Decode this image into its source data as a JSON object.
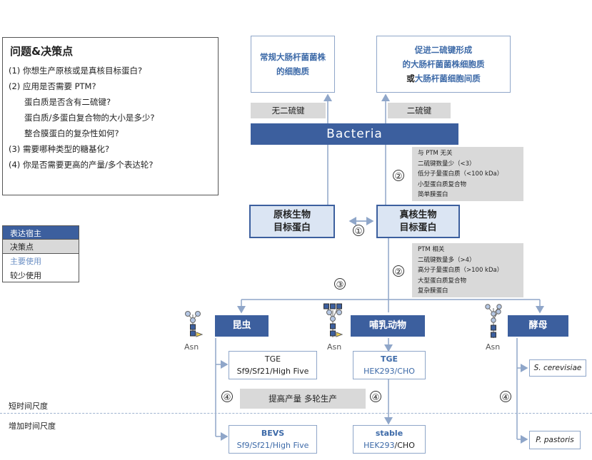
{
  "questions": {
    "title": "问题&决策点",
    "q1": "(1) 你想生产原核或是真核目标蛋白?",
    "q2": "(2) 应用是否需要 PTM?",
    "q2a": "蛋白质是否含有二硫键?",
    "q2b": "蛋白质/多蛋白复合物的大小是多少?",
    "q2c": "整合膜蛋白的复杂性如何?",
    "q3": "(3) 需要哪种类型的糖基化?",
    "q4": "(4) 你是否需要更高的产量/多个表达轮?"
  },
  "legend": {
    "host": "表达宿主",
    "decision": "决策点",
    "main_use": "主要使用",
    "less_use": "较少使用"
  },
  "bacteria": {
    "label": "Bacteria",
    "left_cell_1": "常规大肠杆菌菌株",
    "left_cell_2": "的细胞质",
    "right_cell_1": "促进二硫键形成",
    "right_cell_2": "的大肠杆菌菌株细胞质",
    "right_cell_3a": "或",
    "right_cell_3b": "大肠杆菌细胞间质",
    "no_disulfide": "无二硫键",
    "disulfide": "二硫键"
  },
  "organisms": {
    "prokaryote_1": "原核生物",
    "prokaryote_2": "目标蛋白",
    "eukaryote_1": "真核生物",
    "eukaryote_2": "目标蛋白"
  },
  "notes": {
    "no_ptm": [
      "与 PTM 无关",
      "二硫键数量少（<3）",
      "低分子量蛋白质（<100 kDa）",
      "小型蛋白质复合物",
      "简单膜蛋白"
    ],
    "ptm": [
      "PTM 相关",
      "二硫键数量多（>4）",
      "高分子量蛋白质（>100 kDa）",
      "大型蛋白质复合物",
      "复杂膜蛋白"
    ]
  },
  "numbers": {
    "n1": "①",
    "n2": "②",
    "n3": "③",
    "n4": "④"
  },
  "hosts": {
    "insect": "昆虫",
    "mammal": "哺乳动物",
    "yeast": "酵母"
  },
  "asn": "Asn",
  "systems": {
    "tge_insect_1": "TGE",
    "tge_insect_2": "Sf9/Sf21/High Five",
    "tge_mammal_1": "TGE",
    "tge_mammal_2": "HEK293/CHO",
    "bevs_1": "BEVS",
    "bevs_2": "Sf9/Sf21/High Five",
    "stable_1": "stable",
    "stable_2a": "HEK293",
    "stable_2b": "/CHO",
    "cerevisiae": "S. cerevisiae",
    "pastoris": "P. pastoris"
  },
  "yield_bar": "提高产量 多轮生产",
  "timescale": {
    "short": "短时间尺度",
    "longer": "增加时间尺度"
  },
  "colors": {
    "host_blue": "#3c5f9e",
    "light_blue_box": "#dbe5f3",
    "gray": "#d9d9d9",
    "line": "#8fa6c9"
  }
}
